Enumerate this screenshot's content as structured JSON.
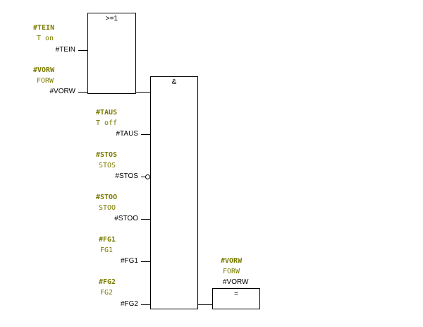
{
  "or_block": {
    "title": ">=1",
    "inputs": [
      {
        "symbol": "#TEIN",
        "comment": "T on",
        "pin": "#TEIN"
      },
      {
        "symbol": "#VORW",
        "comment": "FORW",
        "pin": "#VORW"
      }
    ]
  },
  "and_block": {
    "title": "&",
    "inputs": [
      {
        "symbol": "#TAUS",
        "comment": "T off",
        "pin": "#TAUS"
      },
      {
        "symbol": "#STOS",
        "comment": "STOS",
        "pin": "#STOS"
      },
      {
        "symbol": "#STOO",
        "comment": "STOO",
        "pin": "#STOO"
      },
      {
        "symbol": "#FG1",
        "comment": "FG1",
        "pin": "#FG1"
      },
      {
        "symbol": "#FG2",
        "comment": "FG2",
        "pin": "#FG2"
      }
    ]
  },
  "assign_block": {
    "title": "=",
    "symbol": "#VORW",
    "comment": "FORW",
    "pin": "#VORW"
  }
}
